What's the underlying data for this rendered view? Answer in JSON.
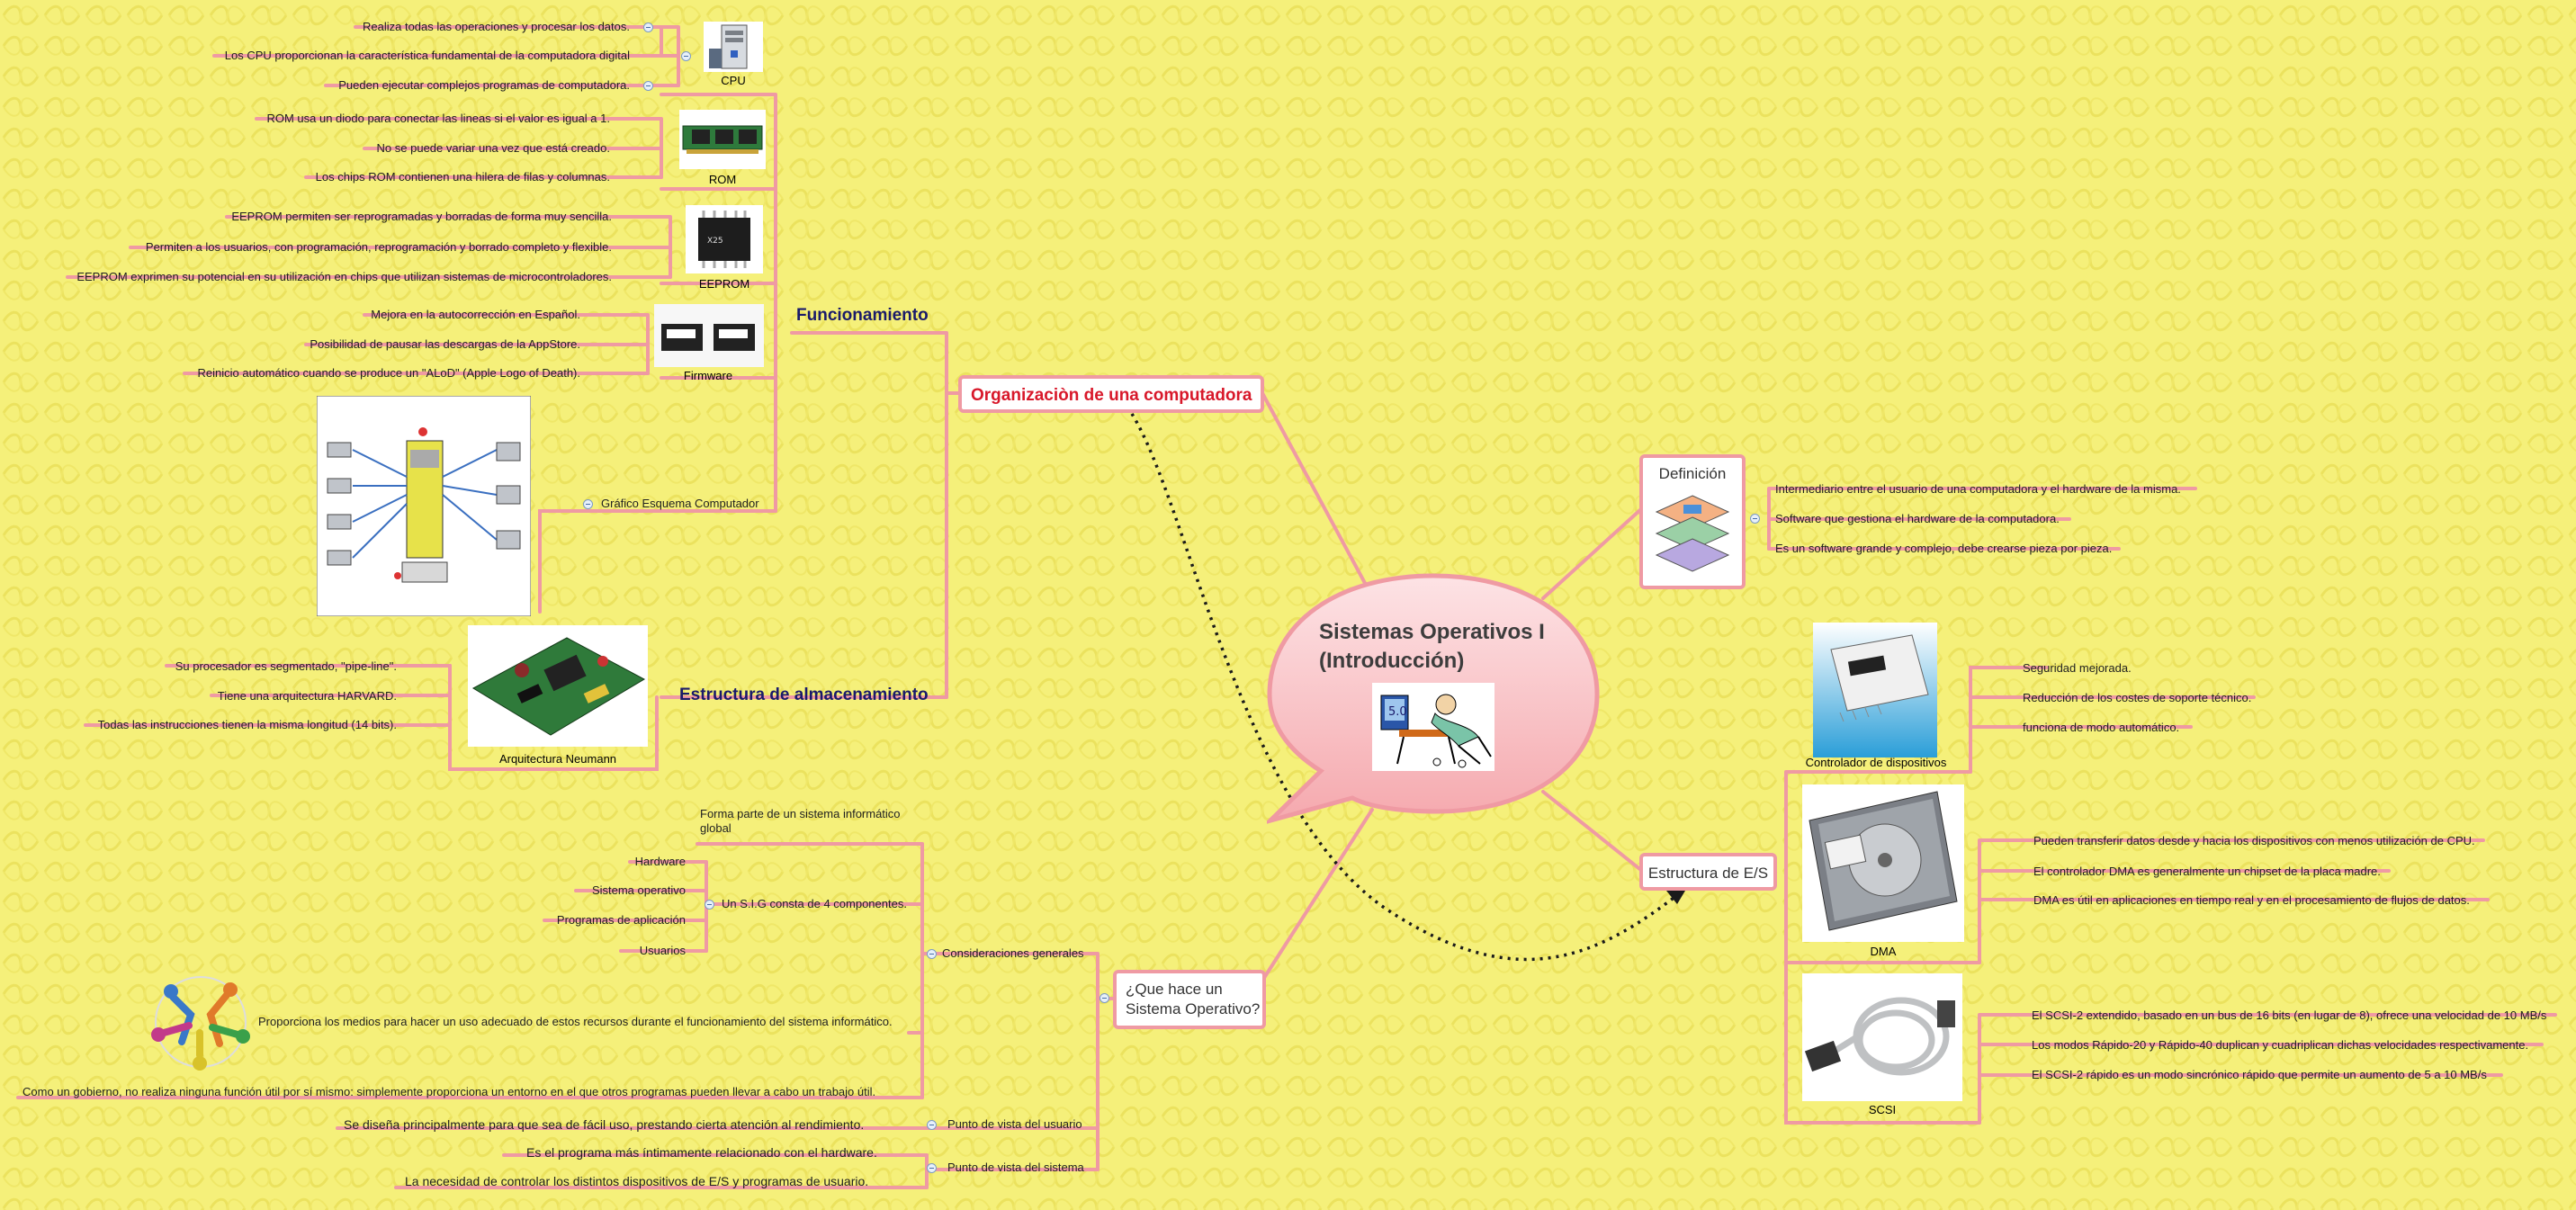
{
  "central": {
    "title_line1": "Sistemas Operativos I",
    "title_line2": "(Introducción)"
  },
  "organizacion": {
    "title": "Organizaciòn de una computadora",
    "funcionamiento": {
      "title": "Funcionamiento",
      "cpu": {
        "caption": "CPU",
        "items": [
          "Realiza todas las operaciones y procesar los datos.",
          "Los CPU proporcionan la característica fundamental de la computadora digital",
          "Pueden ejecutar complejos programas de computadora."
        ]
      },
      "rom": {
        "caption": "ROM",
        "items": [
          "ROM usa un diodo para conectar las lineas si el valor es igual a 1.",
          "No se puede variar una vez que está creado.",
          "Los chips ROM contienen  una hilera de filas y columnas."
        ]
      },
      "eeprom": {
        "caption": "EEPROM",
        "items": [
          "EEPROM permiten ser reprogramadas y borradas de forma muy sencilla.",
          "Permiten a los usuarios, con programación, reprogramación y borrado completo y flexible.",
          "EEPROM exprimen su potencial en su utilización en chips que utilizan sistemas de microcontroladores."
        ]
      },
      "firmware": {
        "caption": "Firmware",
        "items": [
          "Mejora en la autocorrección en Español.",
          "Posibilidad de pausar las descargas de la AppStore.",
          "Reinicio automático cuando se produce un \"ALoD\" (Apple Logo of Death)."
        ]
      },
      "grafico": "Gráfico Esquema Computador"
    },
    "almacenamiento": {
      "title": "Estructura de almacenamiento",
      "caption": "Arquitectura Neumann",
      "items": [
        "Su procesador es segmentado, \"pipe-line\".",
        "Tiene una arquitectura HARVARD.",
        "Todas las instrucciones tienen la misma longitud (14 bits)."
      ]
    }
  },
  "definicion": {
    "title": "Definición",
    "items": [
      "Intermediario entre el usuario de una computadora y el hardware de la misma.",
      "Software que gestiona el hardware de la computadora.",
      "Es un software grande y complejo, debe crearse pieza por pieza."
    ]
  },
  "es": {
    "title": "Estructura de E/S",
    "controlador": {
      "caption": "Controlador de dispositivos",
      "items": [
        "Seguridad mejorada.",
        "Reducción de los costes de soporte técnico.",
        "funciona de modo automático."
      ]
    },
    "dma": {
      "caption": "DMA",
      "items": [
        "Pueden transferir datos desde y hacia los dispositivos con menos utilización de CPU.",
        "El controlador DMA es generalmente un chipset de la placa madre.",
        "DMA es útil en aplicaciones en tiempo real y en el procesamiento de flujos de datos."
      ]
    },
    "scsi": {
      "caption": "SCSI",
      "items": [
        "El SCSI-2 extendido, basado en un bus de 16 bits (en lugar de 8), ofrece una velocidad de 10 MB/s",
        "Los modos Rápido-20 y Rápido-40 duplican y cuadriplican dichas velocidades respectivamente.",
        "El SCSI-2 rápido es un modo sincrónico rápido que permite un aumento de 5 a 10 MB/s"
      ]
    }
  },
  "quehace": {
    "title_line1": "¿Que hace un",
    "title_line2": "Sistema Operativo?",
    "consideraciones": {
      "title": "Consideraciones generales",
      "forma_parte": "Forma parte de un sistema informático global",
      "componentes": {
        "title": "Un S.I.G consta de 4 componentes.",
        "items": [
          "Hardware",
          "Sistema operativo",
          "Programas de aplicación",
          "Usuarios"
        ]
      },
      "proporciona": "Proporciona los medios para hacer un uso adecuado de estos recursos durante el funcionamiento del sistema informático.",
      "gobierno": "Como un gobierno, no realiza ninguna función útil por sí mismo: simplemente proporciona un entorno en el que otros programas pueden llevar a cabo un trabajo útil."
    },
    "usuario": {
      "title": "Punto de vista del usuario",
      "item": "Se diseña principalmente para que sea de fácil uso, prestando cierta atención al rendimiento."
    },
    "sistema": {
      "title": "Punto de vista del sistema",
      "items": [
        "Es el programa más íntimamente relacionado con el hardware.",
        "La necesidad de controlar los distintos dispositivos de E/S y programas de usuario."
      ]
    }
  },
  "colors": {
    "background": "#f5f07a",
    "branch": "#ef9aa3",
    "title_red": "#d8182a",
    "title_navy": "#1a1a6a"
  }
}
